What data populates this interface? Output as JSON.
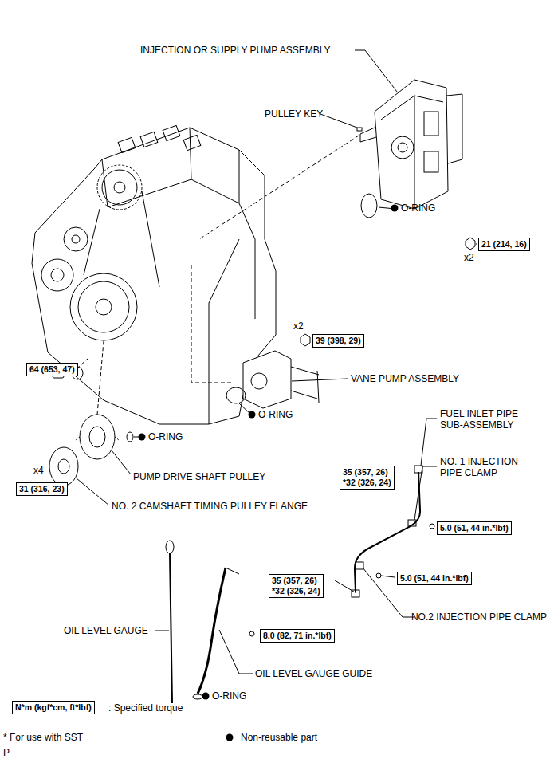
{
  "diagram": {
    "nodes": [
      {
        "text": [
          "21 (214, 16)"
        ]
      },
      {
        "text": [
          "64 (653, 47)"
        ]
      },
      {
        "text": [
          "39 (398, 29)"
        ]
      },
      {
        "text": [
          "35 (357, 26)",
          "*32 (326, 24)"
        ]
      },
      {
        "text": [
          "5.0 (51, 44 in.*lbf)"
        ]
      },
      {
        "text": [
          "31 (316, 23)"
        ]
      },
      {
        "text": [
          "35 (357, 26)",
          "*32 (326, 24)"
        ]
      },
      {
        "text": [
          "5.0 (51, 44 in.*lbf)"
        ]
      },
      {
        "text": [
          "8.0 (82, 71 in.*lbf)"
        ]
      },
      {
        "text": [
          "N*m (kgf*cm, ft*lbf)"
        ]
      }
    ],
    "labels": [
      "INJECTION OR SUPPLY PUMP ASSEMBLY",
      "PULLEY KEY",
      "x2",
      "O-RING",
      "x2",
      "VANE PUMP ASSEMBLY",
      "O-RING",
      "FUEL INLET PIPE SUB-ASSEMBLY",
      "NO. 1 INJECTION PIPE CLAMP",
      "O-RING",
      "PUMP DRIVE SHAFT PULLEY",
      "x4",
      "NO. 2 CAMSHAFT TIMING PULLEY FLANGE",
      "NO.2 INJECTION PIPE CLAMP",
      "OIL LEVEL GAUGE",
      "OIL LEVEL GAUGE GUIDE",
      "O-RING",
      ": Specified torque",
      "* For use with SST",
      "P"
    ],
    "legend": [
      {
        "text": "Non-reusable part"
      }
    ]
  }
}
